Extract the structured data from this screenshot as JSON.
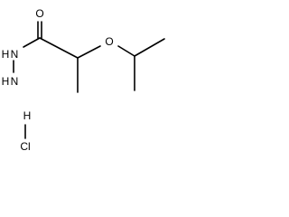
{
  "molecule": {
    "atoms": {
      "carbonyl_oxygen": "O",
      "hydrazide_nh": "H",
      "hydrazide_n": "N",
      "hydrazide_nh2_h": "H",
      "hydrazide_nh2_n": "N",
      "ether_oxygen": "O"
    },
    "salt": {
      "hydrogen": "H",
      "chlorine": "Cl"
    }
  },
  "colors": {
    "bond": "#000000",
    "label": "#000000",
    "background": "#ffffff"
  }
}
